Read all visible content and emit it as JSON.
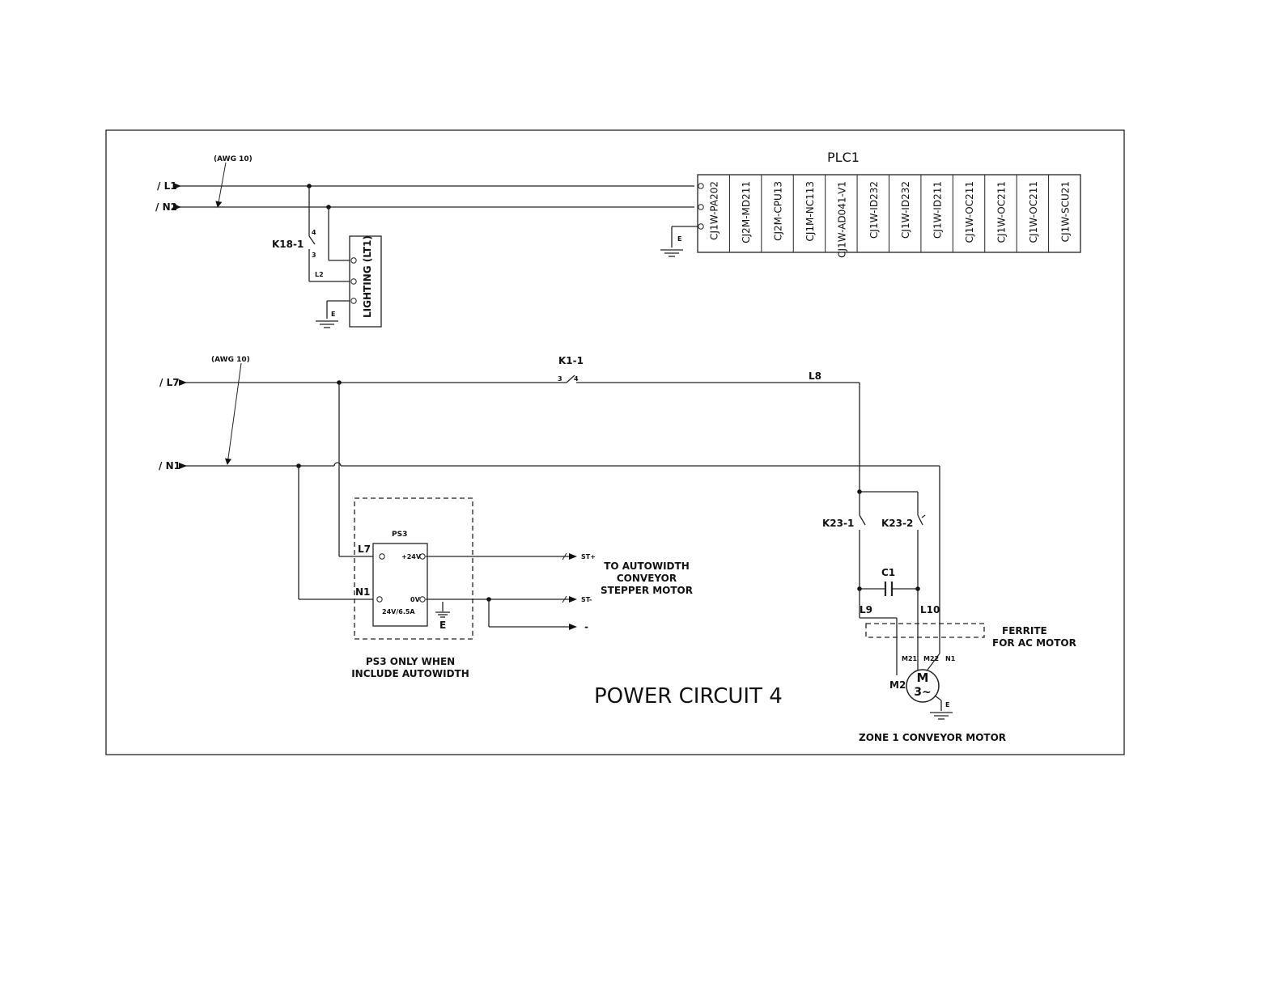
{
  "title": "POWER CIRCUIT 4",
  "plc": {
    "label": "PLC1",
    "modules": [
      "CJ1W-PA202",
      "CJ2M-MD211",
      "CJ2M-CPU13",
      "CJ1M-NC113",
      "CJ1W-AD041-V1",
      "CJ1W-ID232",
      "CJ1W-ID232",
      "CJ1W-ID211",
      "CJ1W-OC211",
      "CJ1W-OC211",
      "CJ1W-OC211",
      "CJ1W-SCU21"
    ],
    "earth": "E"
  },
  "upper": {
    "awg": "(AWG 10)",
    "line_l1": "L1",
    "line_n2": "N2",
    "relay": "K18-1",
    "pin_4": "4",
    "pin_3": "3",
    "wire_l2": "L2",
    "lighting": "LIGHTING (LT1)",
    "earth": "E"
  },
  "lower": {
    "awg": "(AWG 10)",
    "line_l7": "L7",
    "line_n1": "N1",
    "contact_k1": "K1-1",
    "pin_3": "3",
    "pin_4": "4",
    "wire_l8": "L8"
  },
  "ps3": {
    "label": "PS3",
    "in_l7": "L7",
    "in_n1": "N1",
    "out_pos": "+24V",
    "out_neg": "0V",
    "rating": "24V/6.5A",
    "earth": "E",
    "st_plus": "ST+",
    "st_minus": "ST-",
    "minus": "-",
    "dest": [
      "TO AUTOWIDTH",
      "CONVEYOR",
      "STEPPER MOTOR"
    ],
    "note": [
      "PS3 ONLY WHEN",
      "INCLUDE AUTOWIDTH"
    ]
  },
  "motor": {
    "k23_1": "K23-1",
    "k23_2": "K23-2",
    "cap": "C1",
    "wire_l9": "L9",
    "wire_l10": "L10",
    "ferrite": [
      "FERRITE",
      "FOR AC MOTOR"
    ],
    "m21": "M21",
    "m22": "M22",
    "n1": "N1",
    "name": "M2",
    "symbol_m": "M",
    "symbol_phase": "3~",
    "earth": "E",
    "caption": "ZONE 1 CONVEYOR MOTOR"
  }
}
